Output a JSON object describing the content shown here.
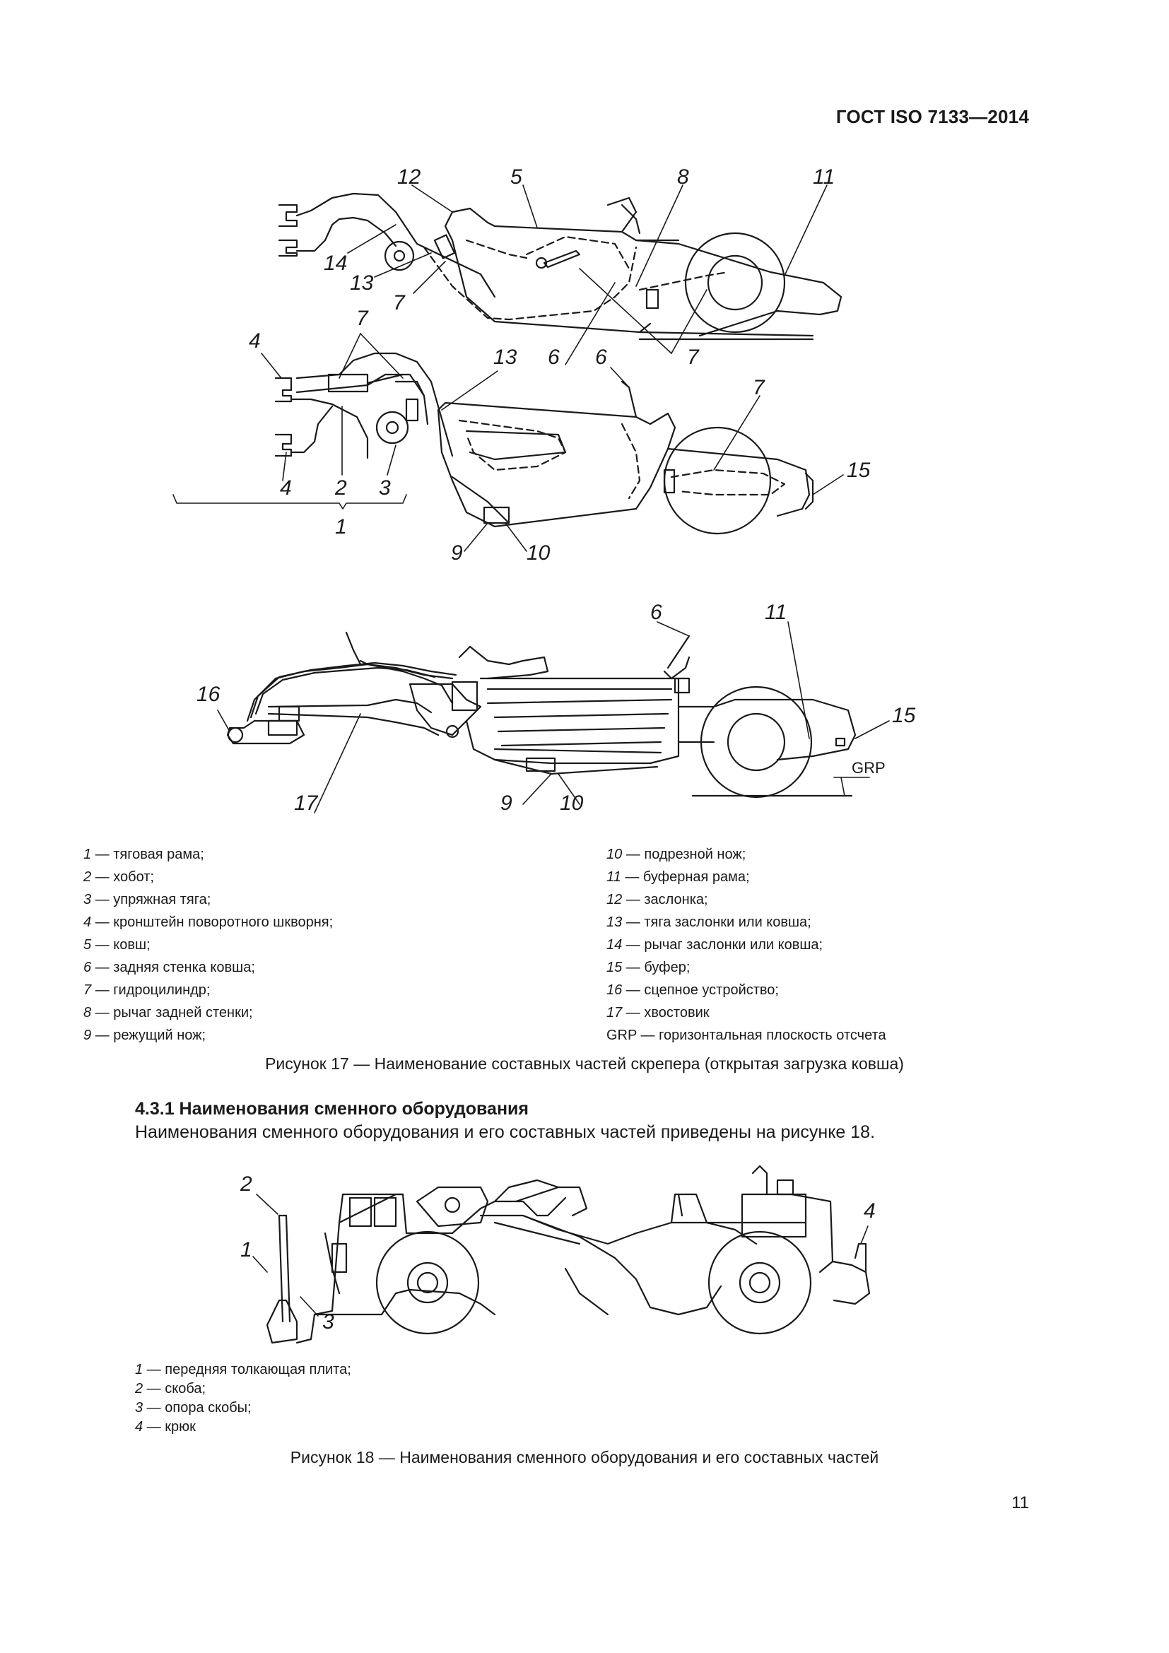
{
  "header": {
    "doc_code": "ГОСТ ISO 7133—2014"
  },
  "figure17": {
    "top_labels": [
      "12",
      "5",
      "8",
      "11",
      "14",
      "13",
      "7",
      "6",
      "7"
    ],
    "mid_labels": [
      "7",
      "4",
      "13",
      "6",
      "7",
      "15",
      "4",
      "2",
      "3",
      "1",
      "9",
      "10"
    ],
    "bottom_labels": [
      "6",
      "11",
      "16",
      "15",
      "GRP",
      "17",
      "9",
      "10"
    ],
    "legend_left": [
      {
        "num": "1",
        "text": " — тяговая рама;"
      },
      {
        "num": "2",
        "text": " — хобот;"
      },
      {
        "num": "3",
        "text": " — упряжная тяга;"
      },
      {
        "num": "4",
        "text": " — кронштейн поворотного шкворня;"
      },
      {
        "num": "5",
        "text": " — ковш;"
      },
      {
        "num": "6",
        "text": " — задняя стенка ковша;"
      },
      {
        "num": "7",
        "text": " — гидроцилиндр;"
      },
      {
        "num": "8",
        "text": " — рычаг задней стенки;"
      },
      {
        "num": "9",
        "text": " — режущий нож;"
      }
    ],
    "legend_right": [
      {
        "num": "10",
        "text": " — подрезной нож;"
      },
      {
        "num": "11",
        "text": " — буферная рама;"
      },
      {
        "num": "12",
        "text": " — заслонка;"
      },
      {
        "num": "13",
        "text": " — тяга заслонки или ковша;"
      },
      {
        "num": "14",
        "text": " — рычаг заслонки или ковша;"
      },
      {
        "num": "15",
        "text": " — буфер;"
      },
      {
        "num": "16",
        "text": " — сцепное устройство;"
      },
      {
        "num": "17",
        "text": " — хвостовик"
      },
      {
        "num": "GRP",
        "text": " — горизонтальная плоскость отсчета"
      }
    ],
    "caption": "Рисунок 17 — Наименование составных частей скрепера (открытая загрузка ковша)"
  },
  "section": {
    "heading": "4.3.1 Наименования сменного оборудования",
    "paragraph": "Наименования сменного оборудования и его составных частей приведены на рисунке 18."
  },
  "figure18": {
    "labels": [
      "2",
      "1",
      "3",
      "4"
    ],
    "legend": [
      {
        "num": "1",
        "text": " — передняя толкающая плита;"
      },
      {
        "num": "2",
        "text": " — скоба;"
      },
      {
        "num": "3",
        "text": " — опора скобы;"
      },
      {
        "num": "4",
        "text": " — крюк"
      }
    ],
    "caption": "Рисунок 18 — Наименования сменного оборудования и его составных частей"
  },
  "page_number": "11"
}
